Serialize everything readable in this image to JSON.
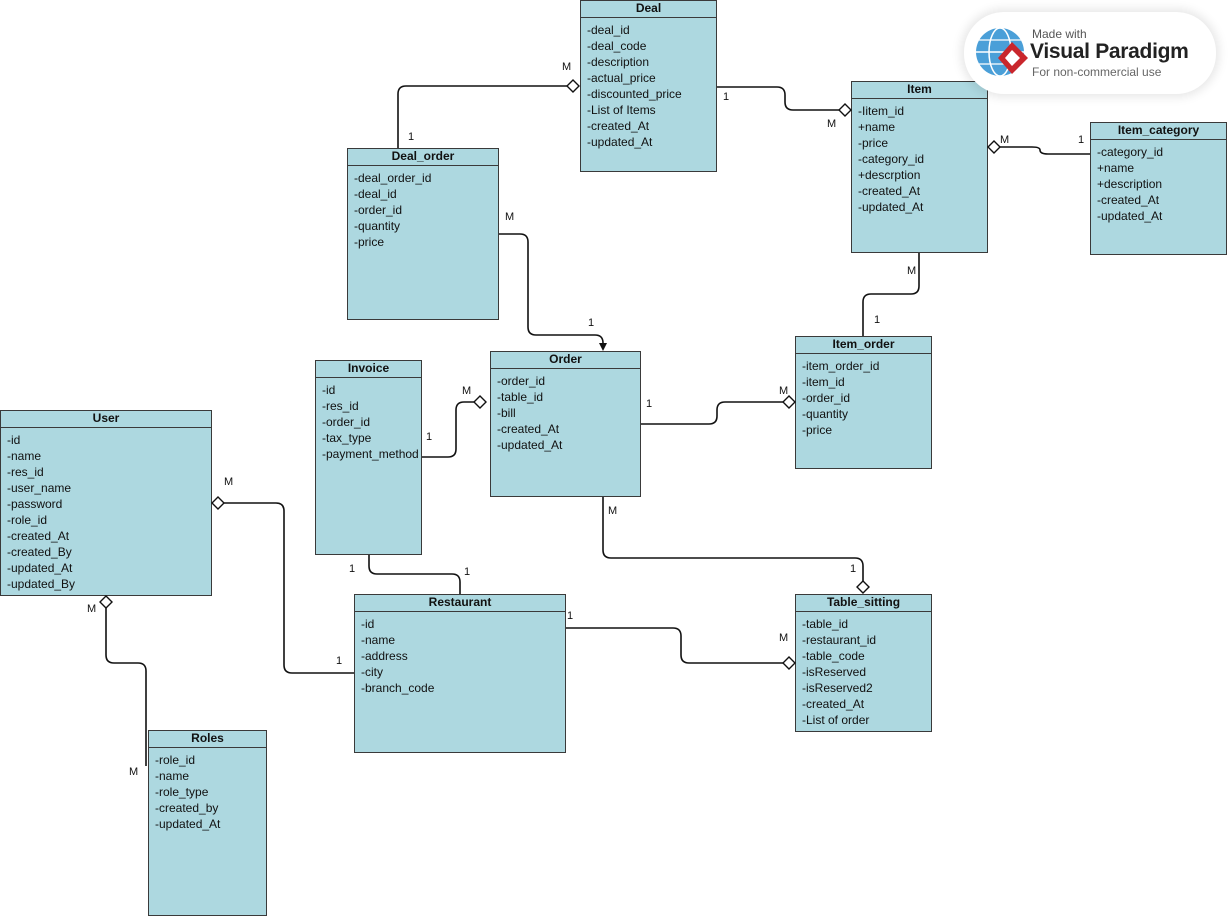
{
  "watermark": {
    "line1": "Made with",
    "brand": "Visual Paradigm",
    "line3": "For non-commercial use"
  },
  "colors": {
    "class_fill": "#ADD8E0",
    "class_border": "#3a3a3a",
    "line": "#111111"
  },
  "classes": {
    "deal": {
      "name": "Deal",
      "attributes": [
        "-deal_id",
        "-deal_code",
        "-description",
        "-actual_price",
        "-discounted_price",
        "-List of Items",
        "-created_At",
        "-updated_At"
      ]
    },
    "item": {
      "name": "Item",
      "attributes": [
        "-Iitem_id",
        "+name",
        "-price",
        "-category_id",
        "+descrption",
        "-created_At",
        "-updated_At"
      ]
    },
    "item_category": {
      "name": "Item_category",
      "attributes": [
        "-category_id",
        "+name",
        "+description",
        "-created_At",
        "-updated_At"
      ]
    },
    "deal_order": {
      "name": "Deal_order",
      "attributes": [
        "-deal_order_id",
        "-deal_id",
        "-order_id",
        "-quantity",
        "-price"
      ]
    },
    "item_order": {
      "name": "Item_order",
      "attributes": [
        "-item_order_id",
        "-item_id",
        "-order_id",
        "-quantity",
        "-price"
      ]
    },
    "invoice": {
      "name": "Invoice",
      "attributes": [
        "-id",
        "-res_id",
        "-order_id",
        "-tax_type",
        "-payment_method"
      ]
    },
    "order": {
      "name": "Order",
      "attributes": [
        "-order_id",
        "-table_id",
        "-bill",
        "-created_At",
        "-updated_At"
      ]
    },
    "user": {
      "name": "User",
      "attributes": [
        "-id",
        "-name",
        "-res_id",
        "-user_name",
        "-password",
        "-role_id",
        "-created_At",
        "-created_By",
        "-updated_At",
        "-updated_By"
      ]
    },
    "restaurant": {
      "name": "Restaurant",
      "attributes": [
        "-id",
        "-name",
        "-address",
        "-city",
        "-branch_code"
      ]
    },
    "table_sitting": {
      "name": "Table_sitting",
      "attributes": [
        "-table_id",
        "-restaurant_id",
        "-table_code",
        "-isReserved",
        "-isReserved2",
        "-created_At",
        "-List of order"
      ]
    },
    "roles": {
      "name": "Roles",
      "attributes": [
        "-role_id",
        "-name",
        "-role_type",
        "-created_by",
        "-updated_At"
      ]
    }
  },
  "connections": [
    {
      "from": "deal_order",
      "to": "deal",
      "from_mult": "1",
      "to_mult": "M"
    },
    {
      "from": "deal",
      "to": "item",
      "from_mult": "1",
      "to_mult": "M"
    },
    {
      "from": "item_category",
      "to": "item",
      "from_mult": "1",
      "to_mult": "M"
    },
    {
      "from": "deal_order",
      "to": "order",
      "from_mult": "M",
      "to_mult": "1"
    },
    {
      "from": "item_order",
      "to": "item",
      "from_mult": "1",
      "to_mult": "M"
    },
    {
      "from": "order",
      "to": "item_order",
      "from_mult": "1",
      "to_mult": "M"
    },
    {
      "from": "invoice",
      "to": "order",
      "from_mult": "1",
      "to_mult": "M"
    },
    {
      "from": "order",
      "to": "table_sitting",
      "from_mult": "M",
      "to_mult": "1"
    },
    {
      "from": "invoice",
      "to": "restaurant",
      "from_mult": "1",
      "to_mult": "1"
    },
    {
      "from": "restaurant",
      "to": "user",
      "from_mult": "1",
      "to_mult": "M"
    },
    {
      "from": "restaurant",
      "to": "table_sitting",
      "from_mult": "1",
      "to_mult": "M"
    },
    {
      "from": "roles",
      "to": "user",
      "from_mult": "M",
      "to_mult": "M"
    }
  ]
}
